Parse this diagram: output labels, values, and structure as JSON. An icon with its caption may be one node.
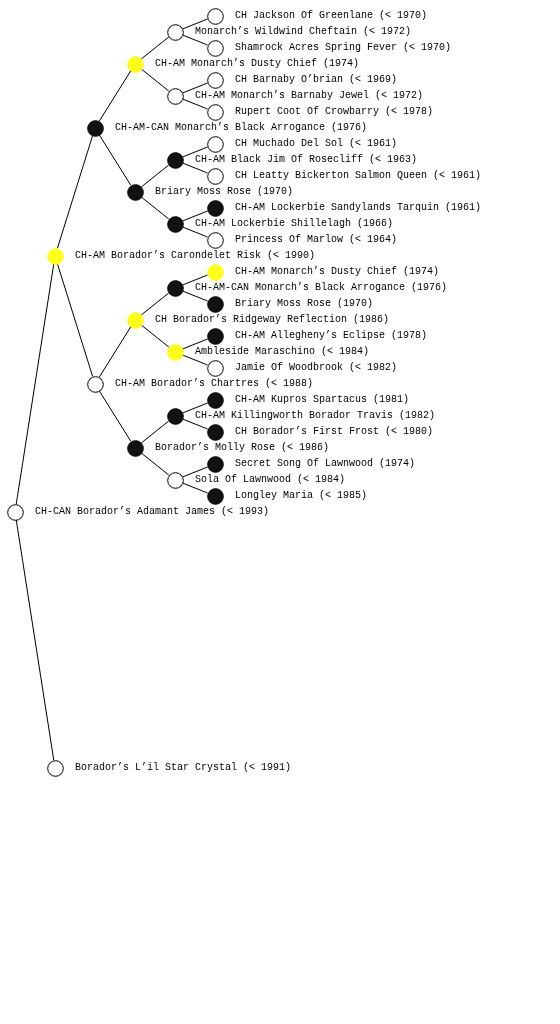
{
  "diagram": {
    "nodes": [
      {
        "text": [],
        "shape": "circle",
        "beside": [
          "CH Jackson Of Greenlane (< 1970)"
        ]
      },
      {
        "text": [],
        "shape": "circle"
      },
      {
        "text": [],
        "shape": "circle",
        "beside": [
          "Shamrock Acres Spring Fever (< 1970)"
        ]
      },
      {
        "text": [],
        "shape": "circle"
      },
      {
        "text": [],
        "shape": "circle",
        "beside": [
          "CH Barnaby O’brian (< 1969)"
        ]
      },
      {
        "text": [],
        "shape": "circle"
      },
      {
        "text": [],
        "shape": "circle",
        "beside": [
          "Rupert Coot Of Crowbarry (< 1978)"
        ]
      },
      {
        "text": [],
        "shape": "circle"
      },
      {
        "text": [],
        "shape": "circle",
        "beside": [
          "CH Muchado Del Sol (< 1961)"
        ]
      },
      {
        "text": [],
        "shape": "circle"
      },
      {
        "text": [],
        "shape": "circle",
        "beside": [
          "CH Leatty Bickerton Salmon Queen (< 1961)"
        ]
      },
      {
        "text": [],
        "shape": "circle"
      },
      {
        "text": [],
        "shape": "circle",
        "beside": [
          "CH-AM Lockerbie Sandylands Tarquin (1961)"
        ]
      },
      {
        "text": [],
        "shape": "circle"
      },
      {
        "text": [],
        "shape": "circle",
        "beside": [
          "Princess Of Marlow (< 1964)"
        ]
      },
      {
        "text": [],
        "shape": "circle"
      },
      {
        "text": [],
        "shape": "circle",
        "beside": [
          "CH-AM Monarch’s Dusty Chief (1974)"
        ]
      },
      {
        "text": [],
        "shape": "circle"
      },
      {
        "text": [],
        "shape": "circle",
        "beside": [
          "Briary Moss Rose (1970)"
        ]
      },
      {
        "text": [],
        "shape": "circle"
      },
      {
        "text": [],
        "shape": "circle",
        "beside": [
          "CH-AM Allegheny’s Eclipse (1978)"
        ]
      },
      {
        "text": [],
        "shape": "circle"
      },
      {
        "text": [],
        "shape": "circle",
        "beside": [
          "Jamie Of Woodbrook (< 1982)"
        ]
      },
      {
        "text": [],
        "shape": "circle"
      },
      {
        "text": [],
        "shape": "circle",
        "beside": [
          "CH-AM Kupros Spartacus (1981)"
        ]
      },
      {
        "text": [],
        "shape": "circle"
      },
      {
        "text": [],
        "shape": "circle",
        "beside": [
          "CH Borador’s First Frost (< 1980)"
        ]
      },
      {
        "text": [],
        "shape": "circle"
      },
      {
        "text": [],
        "shape": "circle",
        "beside": [
          "Secret Song Of Lawnwood (1974)"
        ]
      },
      {
        "text": [],
        "shape": "circle"
      },
      {
        "text": [],
        "shape": "circle",
        "beside": [
          "Longley Maria (< 1985)"
        ]
      },
      {
        "text": [],
        "shape": "circle"
      },
      {
        "text": [],
        "shape": "circle",
        "beside": [
          "Borador’s L’il Star Crystal (< 1991)"
        ]
      }
    ],
    "edges": [
      {
        "from": 31,
        "to": 15,
        "arrow": "none"
      },
      {
        "from": 31,
        "to": 32,
        "arrow": "none"
      },
      {
        "from": 15,
        "to": 7,
        "arrow": "none"
      },
      {
        "from": 15,
        "to": 23,
        "arrow": "none"
      },
      {
        "from": 7,
        "to": 3,
        "arrow": "none"
      },
      {
        "from": 7,
        "to": 11,
        "arrow": "none"
      },
      {
        "from": 3,
        "to": 1,
        "arrow": "none"
      },
      {
        "from": 3,
        "to": 5,
        "arrow": "none"
      },
      {
        "from": 1,
        "to": 0,
        "arrow": "none"
      },
      {
        "from": 1,
        "to": 2,
        "arrow": "none"
      },
      {
        "from": 5,
        "to": 4,
        "arrow": "none"
      },
      {
        "from": 5,
        "to": 6,
        "arrow": "none"
      },
      {
        "from": 11,
        "to": 9,
        "arrow": "none"
      },
      {
        "from": 11,
        "to": 13,
        "arrow": "none"
      },
      {
        "from": 9,
        "to": 8,
        "arrow": "none"
      },
      {
        "from": 9,
        "to": 10,
        "arrow": "none"
      },
      {
        "from": 13,
        "to": 12,
        "arrow": "none"
      },
      {
        "from": 13,
        "to": 14,
        "arrow": "none"
      },
      {
        "from": 23,
        "to": 19,
        "arrow": "none"
      },
      {
        "from": 23,
        "to": 27,
        "arrow": "none"
      },
      {
        "from": 19,
        "to": 17,
        "arrow": "none"
      },
      {
        "from": 19,
        "to": 21,
        "arrow": "none"
      },
      {
        "from": 17,
        "to": 16,
        "arrow": "none"
      },
      {
        "from": 17,
        "to": 18,
        "arrow": "none"
      },
      {
        "from": 21,
        "to": 20,
        "arrow": "none"
      },
      {
        "from": 21,
        "to": 22,
        "arrow": "none"
      },
      {
        "from": 27,
        "to": 25,
        "arrow": "none"
      },
      {
        "from": 27,
        "to": 29,
        "arrow": "none"
      },
      {
        "from": 25,
        "to": 24,
        "arrow": "none"
      },
      {
        "from": 25,
        "to": 26,
        "arrow": "none"
      },
      {
        "from": 29,
        "to": 28,
        "arrow": "none"
      },
      {
        "from": 29,
        "to": 30,
        "arrow": "none"
      }
    ],
    "labels": [
      "Monarch’s Wildwind Cheftain (< 1972)",
      "CH-AM Monarch’s Dusty Chief (1974)",
      "CH-AM Monarch’s Barnaby Jewel (< 1972)",
      "CH-AM-CAN Monarch’s Black Arrogance (1976)",
      "CH-AM Black Jim Of Rosecliff (< 1963)",
      "Briary Moss Rose (1970)",
      "CH-AM Lockerbie Shillelagh (1966)",
      "CH-AM Borador’s Carondelet Risk (< 1990)",
      "CH-AM-CAN Monarch’s Black Arrogance (1976)",
      "CH Borador’s Ridgeway Reflection (1986)",
      "Ambleside Maraschino (< 1984)",
      "CH-AM Borador’s Chartres (< 1988)",
      "CH-AM Killingworth Borador Travis (1982)",
      "Borador’s Molly Rose (< 1986)",
      "Sola Of Lawnwood (< 1984)",
      "CH-CAN Borador’s Adamant James (< 1993)"
    ]
  }
}
